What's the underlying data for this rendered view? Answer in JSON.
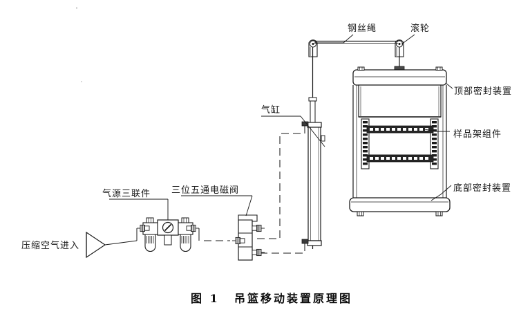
{
  "figure": {
    "caption_number": "图 1",
    "caption_title": "吊篮移动装置原理图",
    "type": "schematic-diagram",
    "subject": "basket moving device principle diagram",
    "background": "#ffffff",
    "line_color": "#1a1a1a"
  },
  "labels": {
    "wire_rope": "钢丝绳",
    "roller": "滚轮",
    "top_seal_device": "顶部密封装置",
    "sample_rack_assembly": "样品架组件",
    "bottom_seal_device": "底部密封装置",
    "cylinder": "气缸",
    "air_source_triplet": "气源三联件",
    "solenoid_valve": "三位五通电磁阀",
    "compressed_air_inlet": "压缩空气进入"
  },
  "components": [
    {
      "name": "wire-rope",
      "label": "钢丝绳",
      "kind": "rope"
    },
    {
      "name": "roller-pulley-left",
      "label": "滚轮",
      "kind": "pulley"
    },
    {
      "name": "roller-pulley-right",
      "label": "滚轮",
      "kind": "pulley"
    },
    {
      "name": "top-seal-device",
      "label": "顶部密封装置",
      "kind": "vessel-lid"
    },
    {
      "name": "sample-rack-assembly",
      "label": "样品架组件",
      "kind": "rack"
    },
    {
      "name": "bottom-seal-device",
      "label": "底部密封装置",
      "kind": "vessel-base"
    },
    {
      "name": "pneumatic-cylinder",
      "label": "气缸",
      "kind": "actuator"
    },
    {
      "name": "air-service-unit",
      "label": "气源三联件",
      "kind": "FRL"
    },
    {
      "name": "solenoid-valve",
      "label": "三位五通电磁阀",
      "kind": "valve"
    },
    {
      "name": "air-inlet",
      "label": "压缩空气进入",
      "kind": "inlet"
    }
  ]
}
